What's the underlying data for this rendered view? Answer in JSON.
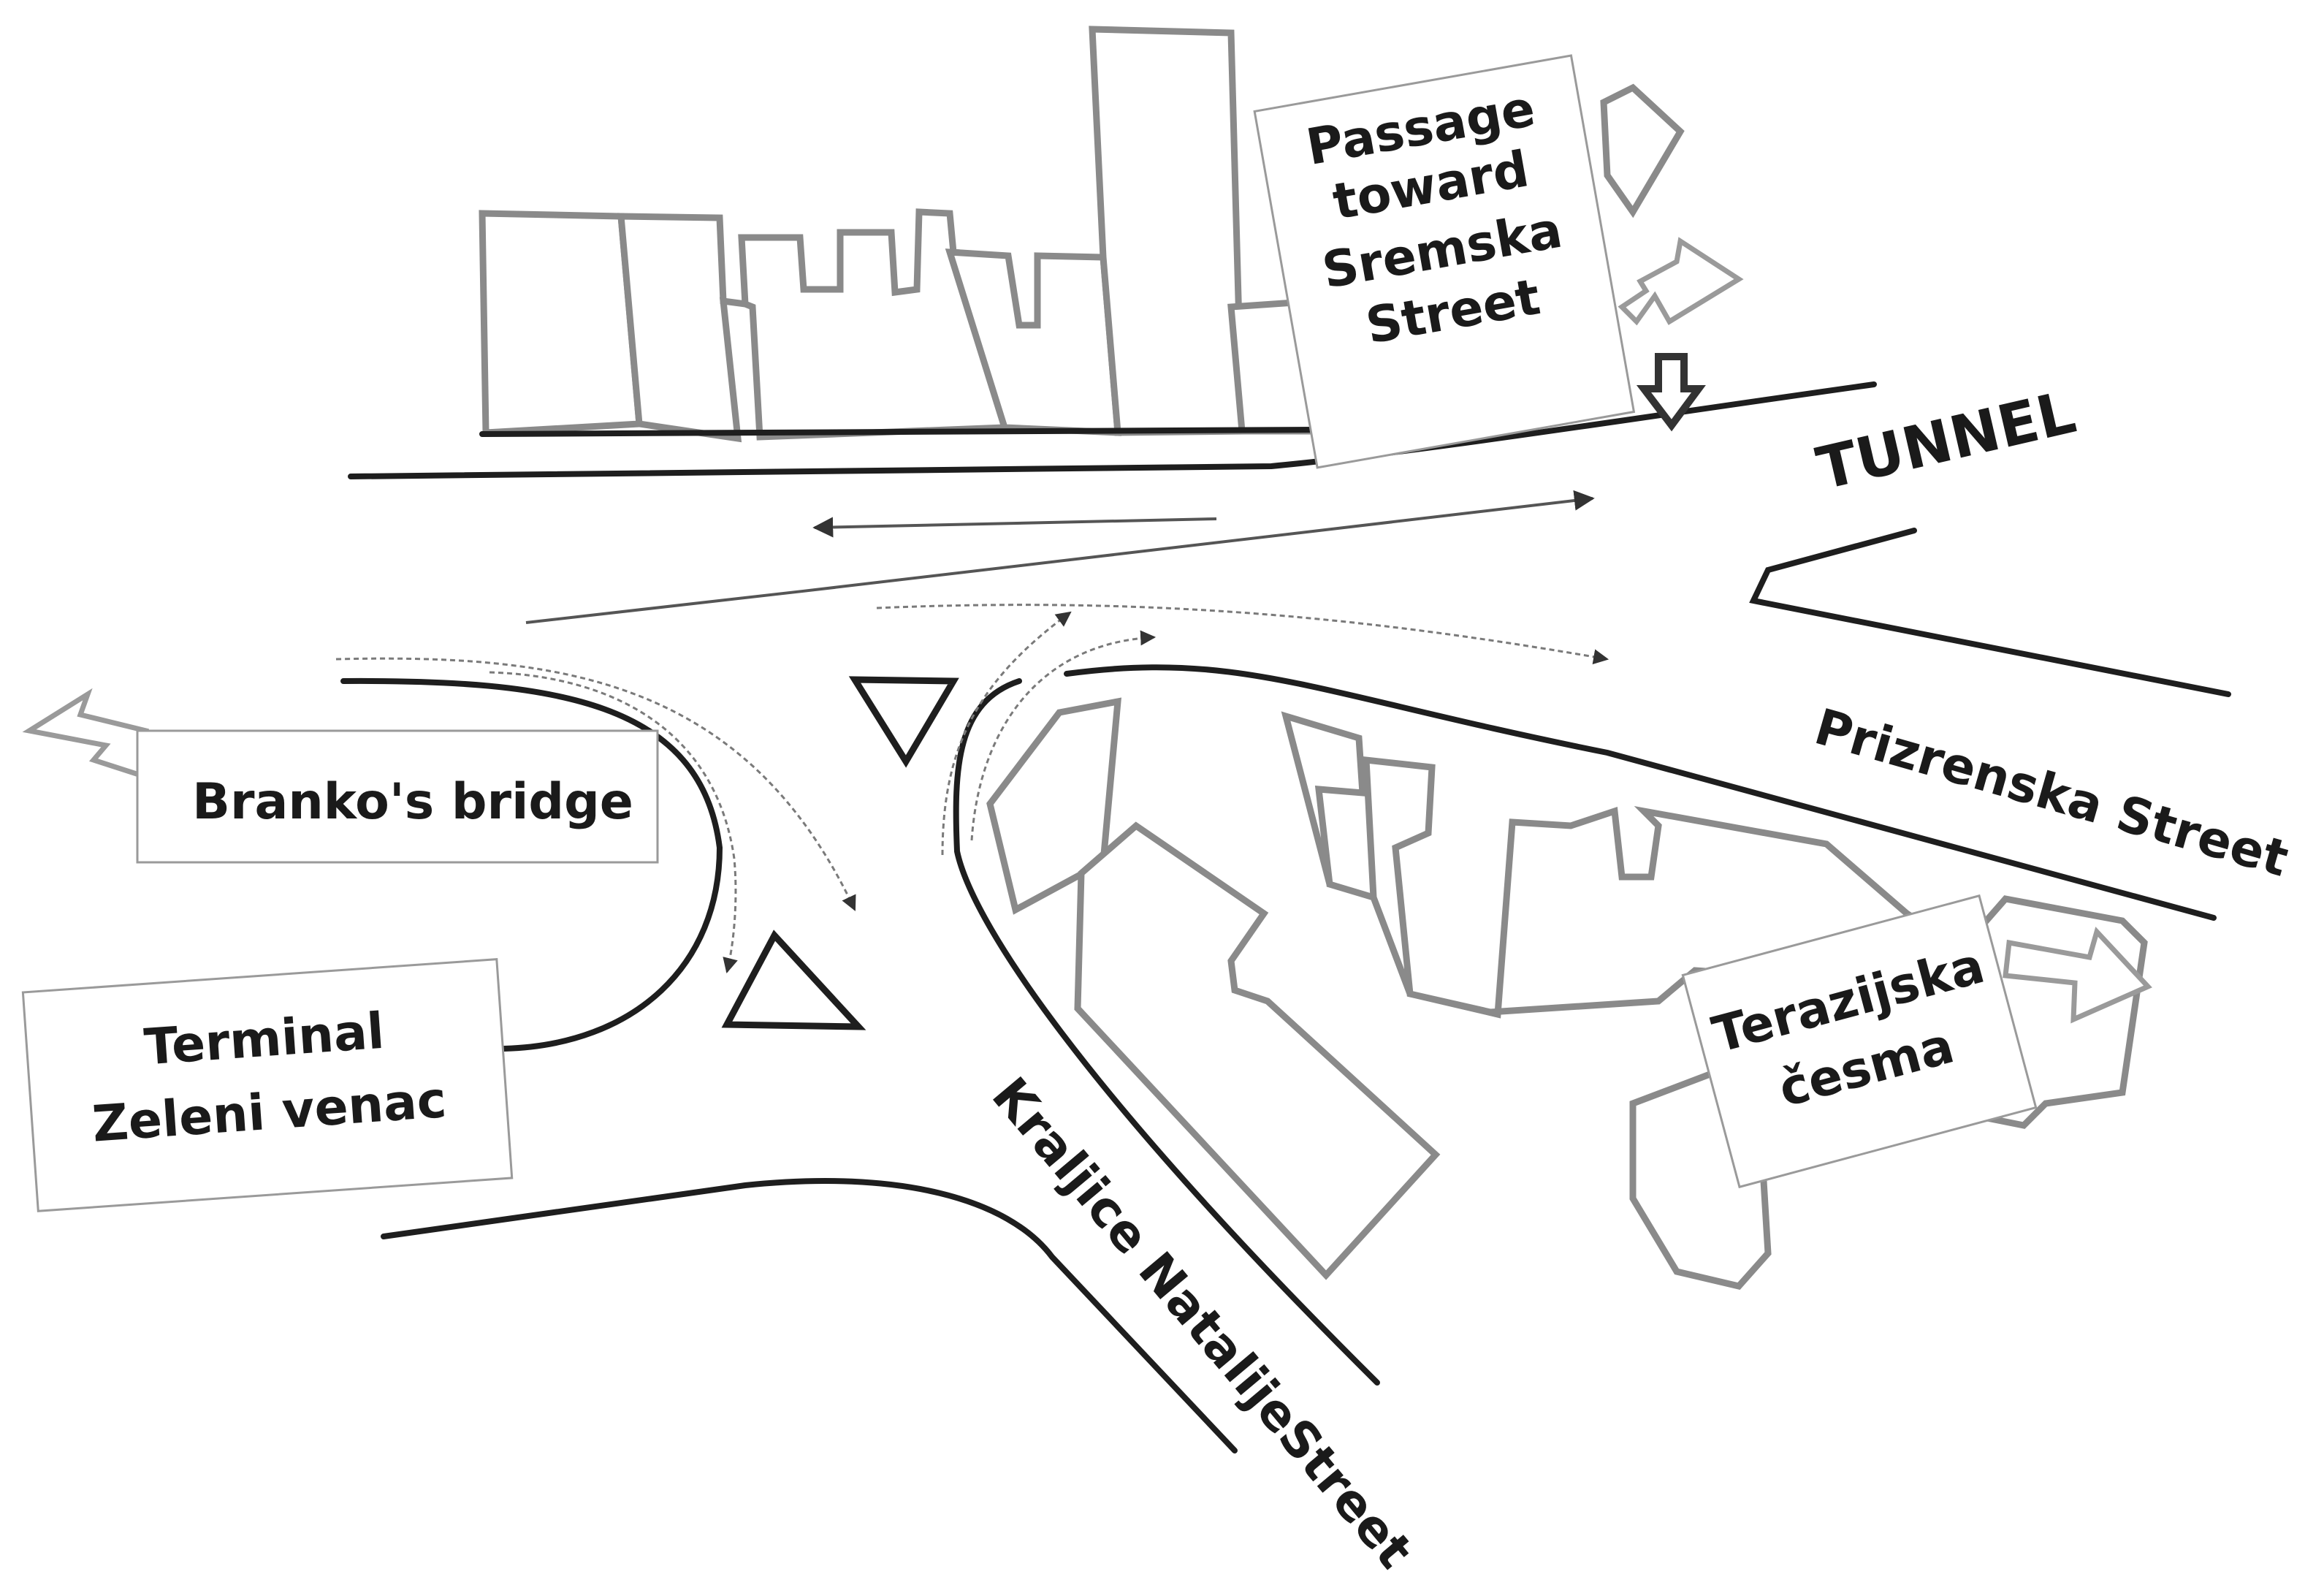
{
  "labels": {
    "passage": [
      "Passage",
      "toward",
      "Sremska",
      "Street"
    ],
    "tunnel": "TUNNEL",
    "prizrenska": "Prizrenska Street",
    "brankos_bridge": "Branko's bridge",
    "terminal": [
      "Terminal",
      "Zeleni venac"
    ],
    "kraljice": "Kraljice NatalijeStreet",
    "terazijska": [
      "Terazijska",
      "česma"
    ]
  },
  "colors": {
    "building_outline": "#8a8a8a",
    "curb_line": "#1e1e1e",
    "traffic_flow": "#555555"
  }
}
